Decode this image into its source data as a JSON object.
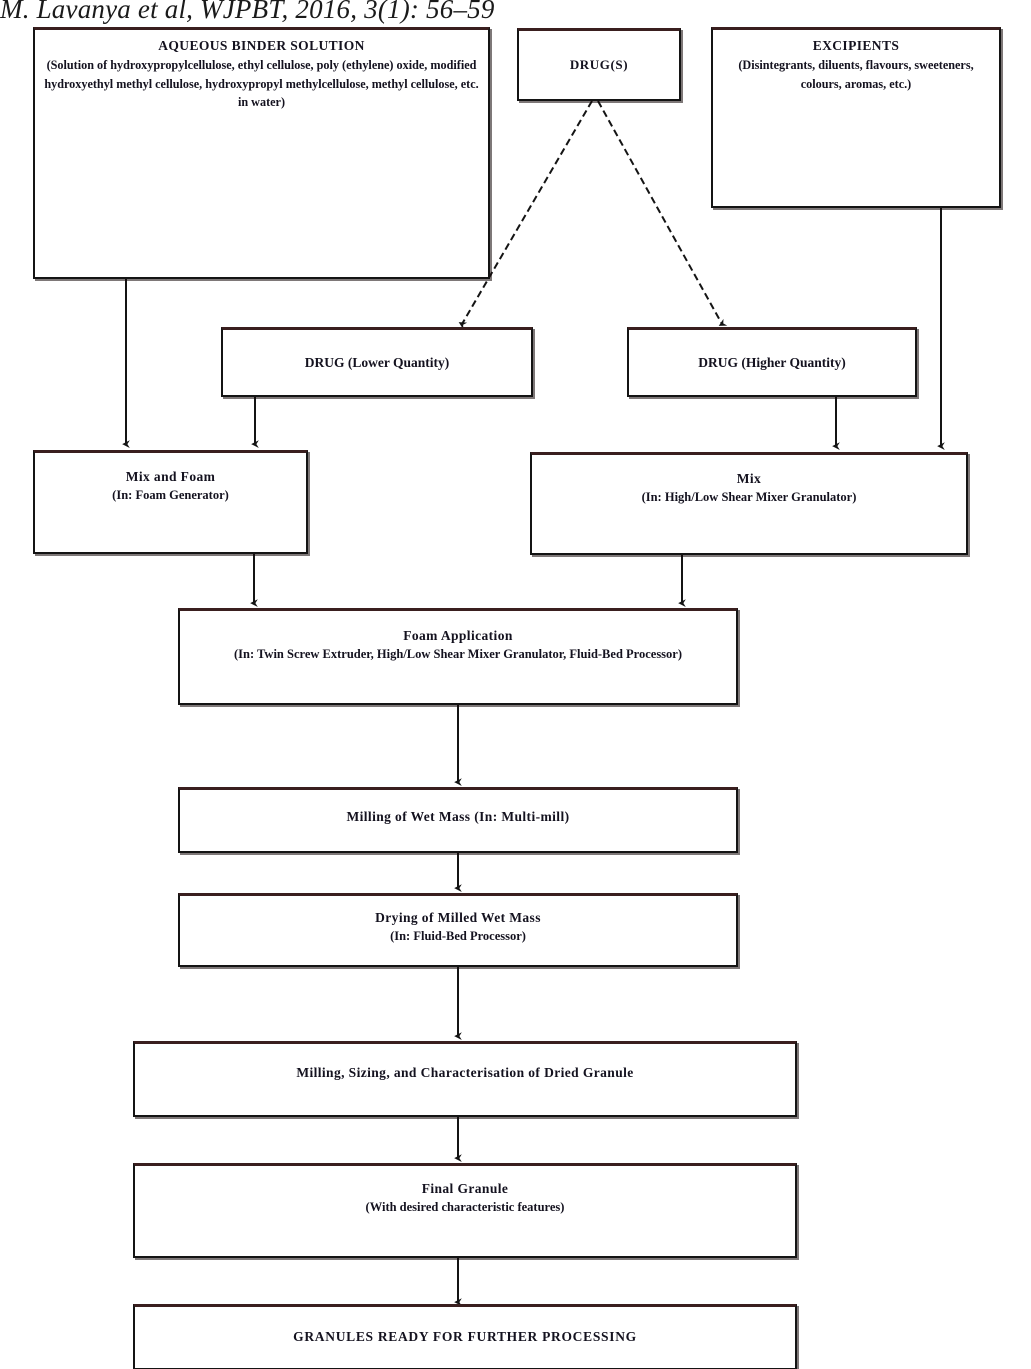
{
  "header": {
    "running_head": "M. Lavanya et al, WJPBT, 2016, 3(1): 56–59"
  },
  "diagram": {
    "type": "flowchart",
    "orientation": "top-to-bottom",
    "nodes": [
      {
        "id": "binder",
        "title": "AQUEOUS BINDER SOLUTION",
        "subtitle": "(Solution of hydroxypropylcellulose, ethyl cellulose, poly (ethylene) oxide, modified hydroxyethyl methyl cellulose, hydroxypropyl methylcellulose, methyl cellulose, etc. in water)"
      },
      {
        "id": "drugs",
        "title": "DRUG(S)",
        "subtitle": ""
      },
      {
        "id": "excipients",
        "title": "EXCIPIENTS",
        "subtitle": "(Disintegrants, diluents, flavours, sweeteners, colours, aromas, etc.)"
      },
      {
        "id": "drug-lower",
        "title": "DRUG (Lower Quantity)",
        "subtitle": ""
      },
      {
        "id": "drug-higher",
        "title": "DRUG (Higher Quantity)",
        "subtitle": ""
      },
      {
        "id": "mix-and-foam",
        "title": "Mix and Foam",
        "subtitle": "(In: Foam Generator)"
      },
      {
        "id": "mix",
        "title": "Mix",
        "subtitle": "(In: High/Low Shear Mixer Granulator)"
      },
      {
        "id": "foam-application",
        "title": "Foam Application",
        "subtitle": "(In: Twin Screw Extruder, High/Low Shear Mixer Granulator, Fluid-Bed Processor)"
      },
      {
        "id": "milling-wet-mass",
        "title": "Milling of Wet Mass (In: Multi-mill)",
        "subtitle": ""
      },
      {
        "id": "drying",
        "title": "Drying of Milled Wet Mass",
        "subtitle": "(In: Fluid-Bed Processor)"
      },
      {
        "id": "milling-sizing",
        "title": "Milling, Sizing, and Characterisation of Dried Granule",
        "subtitle": ""
      },
      {
        "id": "final-granule",
        "title": "Final Granule",
        "subtitle": "(With desired characteristic features)"
      },
      {
        "id": "granules-ready",
        "title": "GRANULES READY FOR FURTHER PROCESSING",
        "subtitle": ""
      }
    ],
    "edges": [
      {
        "from": "drugs",
        "to": "drug-lower",
        "style": "dashed"
      },
      {
        "from": "drugs",
        "to": "drug-higher",
        "style": "dashed"
      },
      {
        "from": "binder",
        "to": "mix-and-foam",
        "style": "solid"
      },
      {
        "from": "drug-lower",
        "to": "mix-and-foam",
        "style": "solid"
      },
      {
        "from": "drug-higher",
        "to": "mix",
        "style": "solid"
      },
      {
        "from": "excipients",
        "to": "mix",
        "style": "solid"
      },
      {
        "from": "mix-and-foam",
        "to": "foam-application",
        "style": "solid"
      },
      {
        "from": "mix",
        "to": "foam-application",
        "style": "solid"
      },
      {
        "from": "foam-application",
        "to": "milling-wet-mass",
        "style": "solid"
      },
      {
        "from": "milling-wet-mass",
        "to": "drying",
        "style": "solid"
      },
      {
        "from": "drying",
        "to": "milling-sizing",
        "style": "solid"
      },
      {
        "from": "milling-sizing",
        "to": "final-granule",
        "style": "solid"
      },
      {
        "from": "final-granule",
        "to": "granules-ready",
        "style": "solid"
      }
    ],
    "colors": {
      "line": "#141414",
      "box_border": "#141414",
      "box_fill": "#ffffff",
      "text": "#14121f",
      "shadow": "#3a1f1f"
    }
  }
}
